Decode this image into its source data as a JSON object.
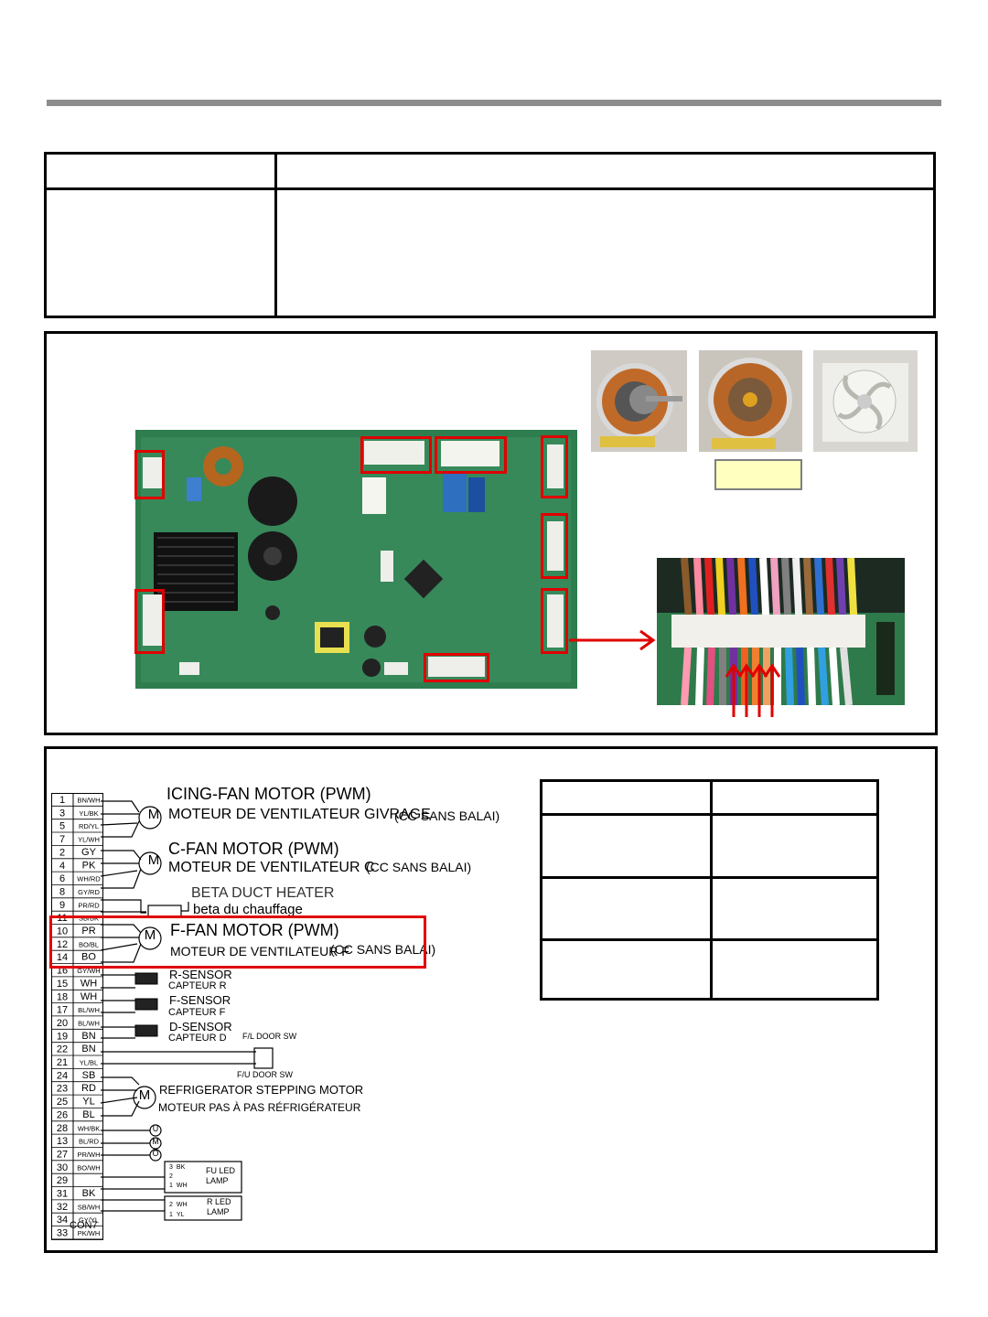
{
  "schematic": {
    "pins": [
      {
        "num": "1",
        "color": "BN/WH"
      },
      {
        "num": "3",
        "color": "YL/BK"
      },
      {
        "num": "5",
        "color": "RD/YL"
      },
      {
        "num": "7",
        "color": "YL/WH"
      },
      {
        "num": "2",
        "color": "GY"
      },
      {
        "num": "4",
        "color": "PK"
      },
      {
        "num": "6",
        "color": "WH/RD"
      },
      {
        "num": "8",
        "color": "GY/RD"
      },
      {
        "num": "9",
        "color": "PR/RD"
      },
      {
        "num": "11",
        "color": "SB/BK"
      },
      {
        "num": "10",
        "color": "PR"
      },
      {
        "num": "12",
        "color": "BO/BL"
      },
      {
        "num": "14",
        "color": "BO"
      },
      {
        "num": "16",
        "color": "GY/WH"
      },
      {
        "num": "15",
        "color": "WH"
      },
      {
        "num": "18",
        "color": "WH"
      },
      {
        "num": "17",
        "color": "BL/WH"
      },
      {
        "num": "20",
        "color": "BL/WH"
      },
      {
        "num": "19",
        "color": "BN"
      },
      {
        "num": "22",
        "color": "BN"
      },
      {
        "num": "21",
        "color": "YL/BL"
      },
      {
        "num": "24",
        "color": "SB"
      },
      {
        "num": "23",
        "color": "RD"
      },
      {
        "num": "25",
        "color": "YL"
      },
      {
        "num": "26",
        "color": "BL"
      },
      {
        "num": "28",
        "color": "WH/BK"
      },
      {
        "num": "13",
        "color": "BL/RD"
      },
      {
        "num": "27",
        "color": "PR/WH"
      },
      {
        "num": "30",
        "color": "BO/WH"
      },
      {
        "num": "29",
        "color": ""
      },
      {
        "num": "31",
        "color": "BK"
      },
      {
        "num": "32",
        "color": "SB/WH"
      },
      {
        "num": "34",
        "color": "GY/YL"
      },
      {
        "num": "33",
        "color": "PK/WH"
      }
    ],
    "connector_label": "CON7",
    "motor_symbol": "M",
    "icing_fan": {
      "title": "ICING-FAN MOTOR (PWM)",
      "subtitle": "MOTEUR DE VENTILATEUR GIVRAGE",
      "note": "(CC SANS BALAI)"
    },
    "c_fan": {
      "title": "C-FAN MOTOR (PWM)",
      "subtitle": "MOTEUR DE VENTILATEUR C",
      "note": "(CC SANS BALAI)"
    },
    "beta_heater": {
      "title": "BETA DUCT HEATER",
      "subtitle": "beta du chauffage"
    },
    "f_fan": {
      "title": "F-FAN MOTOR (PWM)",
      "subtitle": "MOTEUR DE VENTILATEUR F",
      "note": "(CC SANS BALAI)"
    },
    "r_sensor": {
      "title": "R-SENSOR",
      "subtitle": "CAPTEUR R"
    },
    "f_sensor": {
      "title": "F-SENSOR",
      "subtitle": "CAPTEUR F"
    },
    "d_sensor": {
      "title": "D-SENSOR",
      "subtitle": "CAPTEUR D"
    },
    "fl_door": "F/L DOOR SW",
    "fu_door": "F/U DOOR SW",
    "stepping": {
      "title": "REFRIGERATOR STEPPING MOTOR",
      "subtitle": "MOTEUR PAS À PAS RÉFRIGÉRATEUR"
    },
    "switch_symbols": [
      "U",
      "M",
      "O"
    ],
    "fu_led": {
      "label_line1": "FU LED",
      "label_line2": "LAMP",
      "rows": [
        {
          "n": "3",
          "c": "BK"
        },
        {
          "n": "2",
          "c": ""
        },
        {
          "n": "1",
          "c": "WH"
        }
      ]
    },
    "r_led": {
      "label_line1": "R LED",
      "label_line2": "LAMP",
      "rows": [
        {
          "n": "2",
          "c": "WH"
        },
        {
          "n": "1",
          "c": "YL"
        }
      ]
    }
  }
}
